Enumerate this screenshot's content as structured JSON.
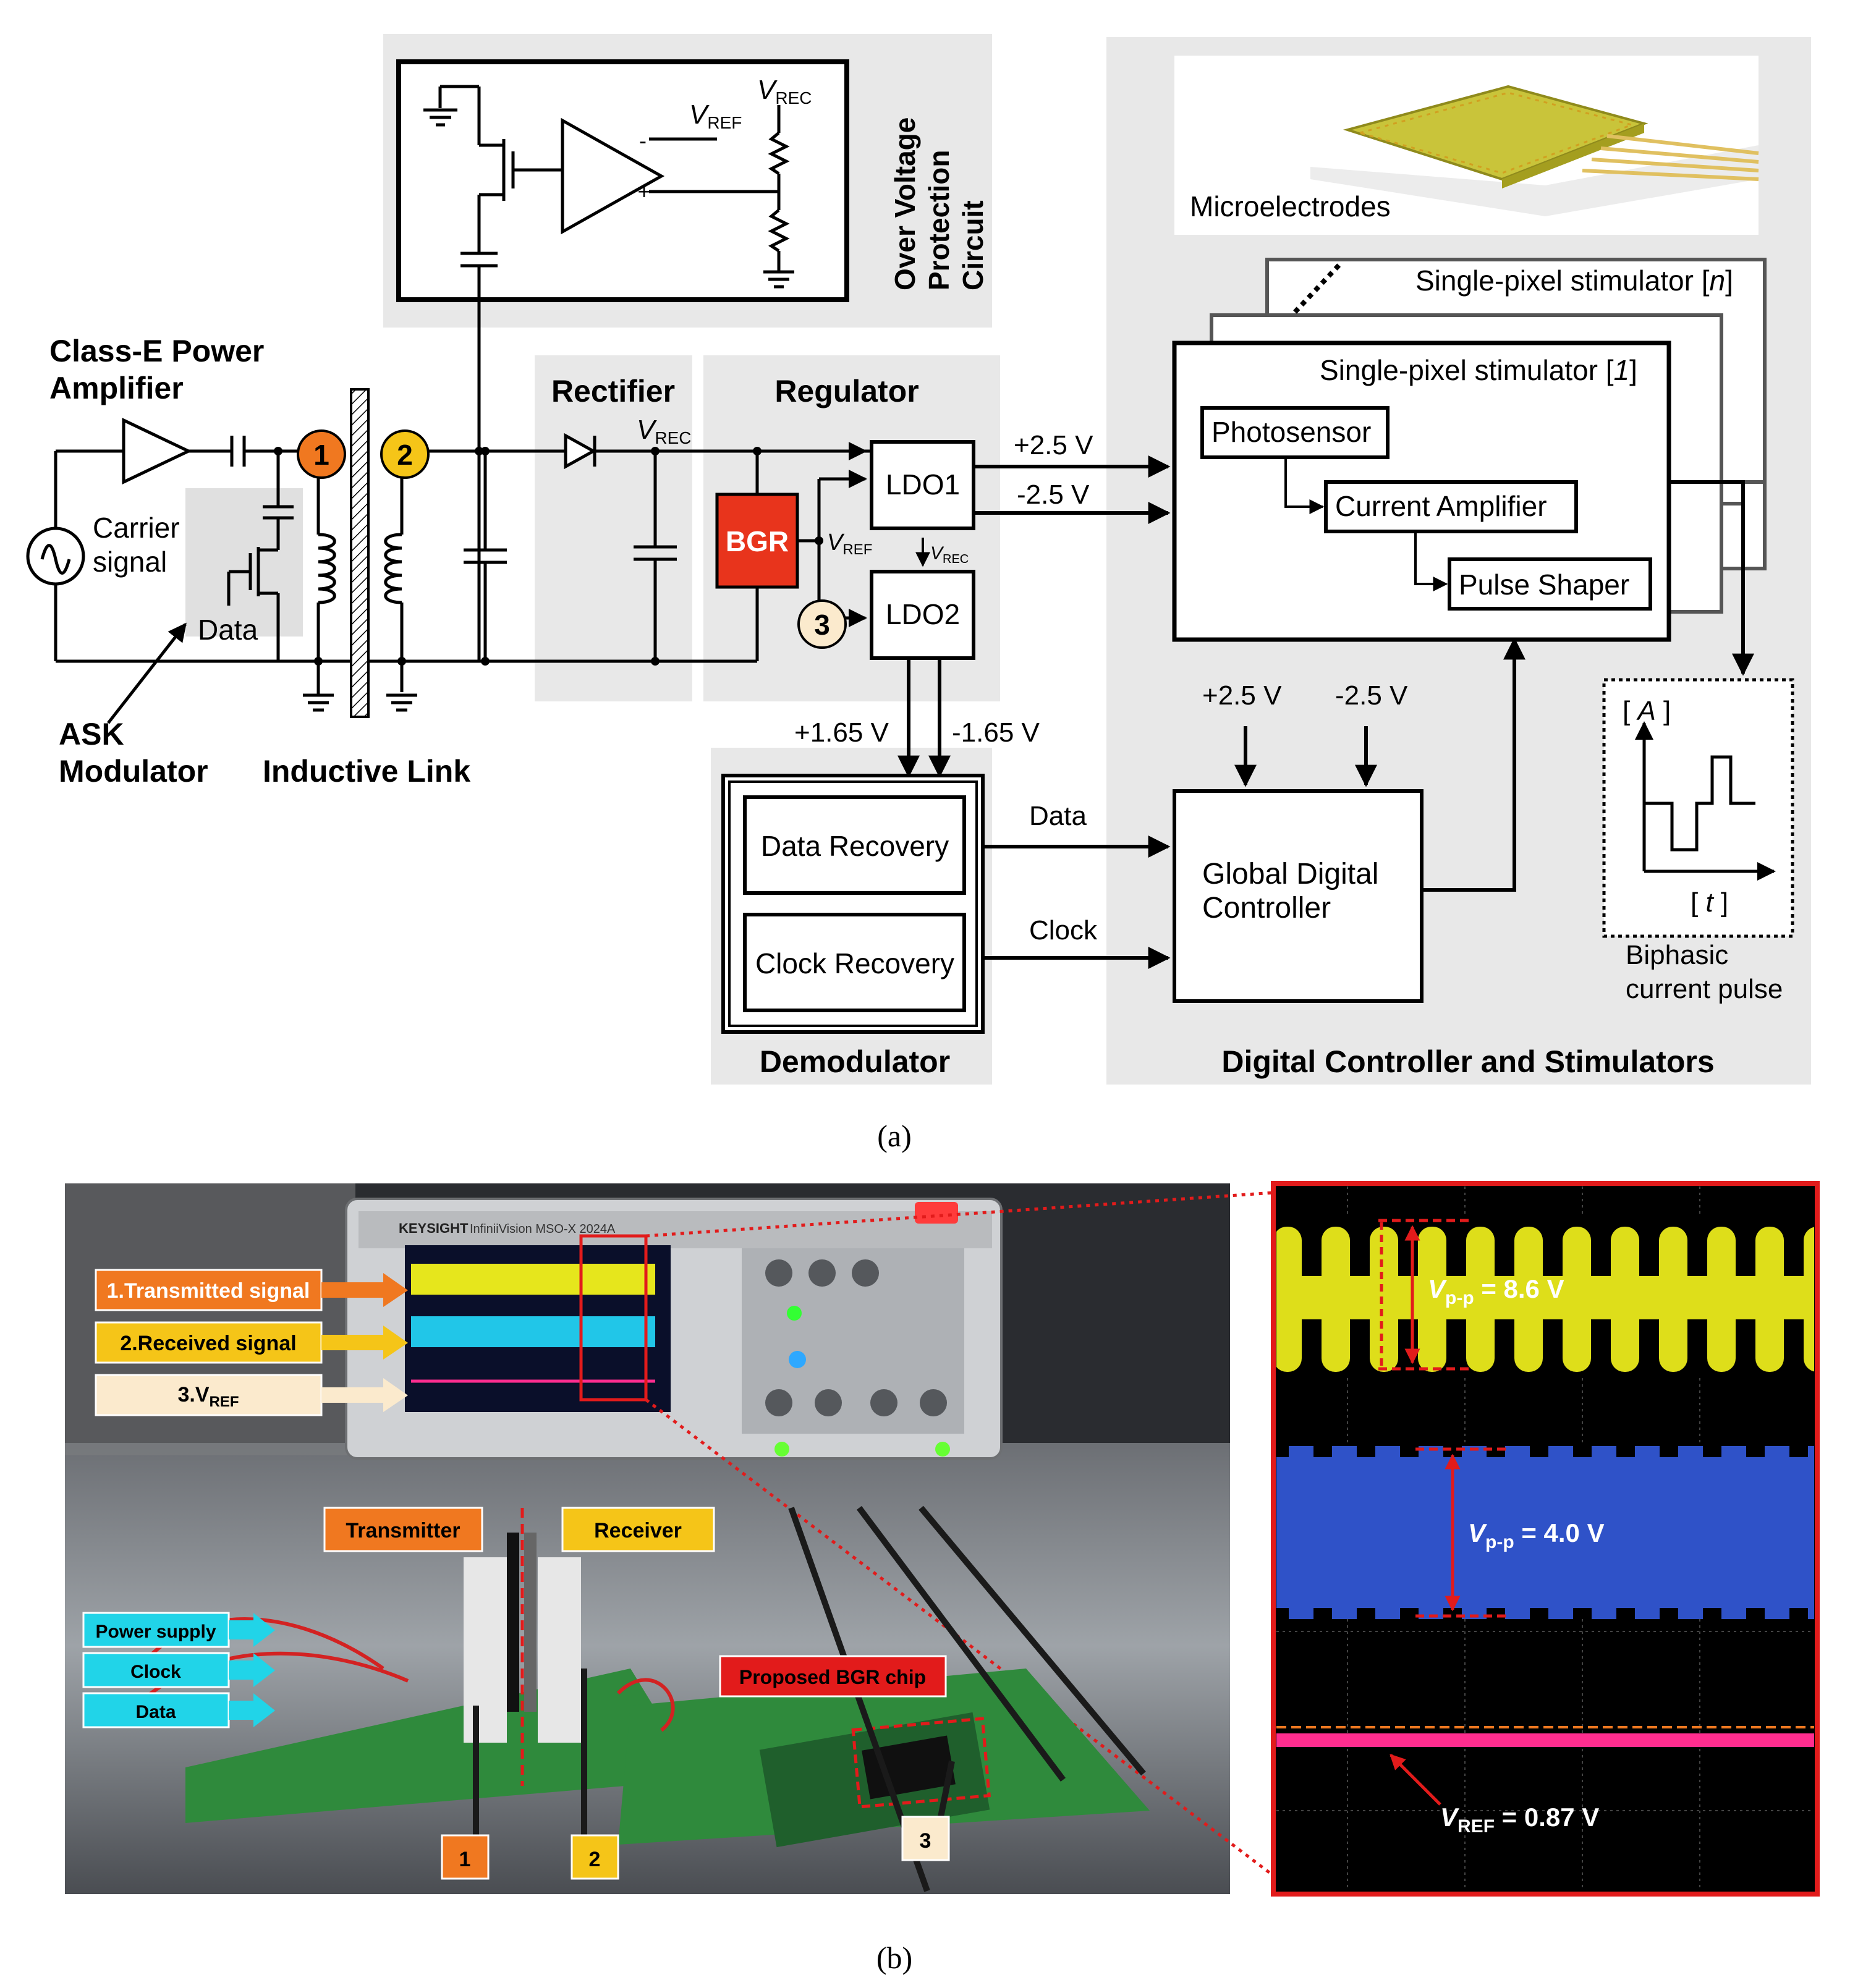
{
  "panel_a": {
    "caption": "(a)",
    "blocks": {
      "class_e": [
        "Class-E Power",
        "Amplifier"
      ],
      "carrier": [
        "Carrier",
        "signal"
      ],
      "data": "Data",
      "ask": [
        "ASK",
        "Modulator"
      ],
      "inductive_link": "Inductive Link",
      "ovp": [
        "Over Voltage",
        "Protection",
        "Circuit"
      ],
      "rectifier": "Rectifier",
      "regulator": "Regulator",
      "bgr": "BGR",
      "ldo1": "LDO1",
      "ldo2": "LDO2",
      "demodulator": "Demodulator",
      "data_recovery": "Data Recovery",
      "clock_recovery": "Clock Recovery",
      "controller": [
        "Global Digital",
        "Controller"
      ],
      "section_title": "Digital Controller and Stimulators",
      "microelectrodes": "Microelectrodes",
      "stim_n_pre": "Single-pixel stimulator [",
      "stim_n_idx": "n",
      "stim_1_pre": "Single-pixel stimulator [",
      "stim_1_idx": "1",
      "photosensor": "Photosensor",
      "current_amp": "Current Amplifier",
      "pulse_shaper": "Pulse Shaper",
      "biphasic": [
        "Biphasic",
        "current pulse"
      ]
    },
    "signals": {
      "vrec_main": "V",
      "vrec_sub": "REC",
      "vref_main": "V",
      "vref_sub": "REF",
      "p25": "+2.5 V",
      "m25": "-2.5 V",
      "p165": "+1.65 V",
      "m165": "-1.65 V",
      "data": "Data",
      "clock": "Clock",
      "axis_a": "A",
      "axis_t": "t"
    },
    "markers": [
      "1",
      "2",
      "3"
    ]
  },
  "panel_b": {
    "caption": "(b)",
    "labels": {
      "tx_signal": "1.Transmitted signal",
      "rx_signal": "2.Received signal",
      "vref_main": "3.V",
      "vref_sub": "REF",
      "transmitter": "Transmitter",
      "receiver": "Receiver",
      "power_supply": "Power supply",
      "clock": "Clock",
      "data": "Data",
      "bgr_chip": "Proposed BGR chip",
      "scope_brand": "KEYSIGHT",
      "scope_model": "InfiniiVision MSO-X 2024A"
    },
    "probes": [
      "1",
      "2",
      "3"
    ],
    "measurements": {
      "vpp1_main": "V",
      "vpp1_sub": "p-p",
      "vpp1_val": " = 8.6 V",
      "vpp2_main": "V",
      "vpp2_sub": "p-p",
      "vpp2_val": " = 4.0 V",
      "vref_main": "V",
      "vref_sub": "REF",
      "vref_val": " = 0.87 V"
    }
  },
  "colors": {
    "marker1": "#f07820",
    "marker2": "#f5c518",
    "marker3": "#fbeacd",
    "bgr": "#e8341c",
    "trace_yellow": "#e6e61c",
    "trace_blue": "#2f5bd8",
    "trace_pink": "#ff2d8f",
    "zoom_red": "#e21b1b"
  }
}
